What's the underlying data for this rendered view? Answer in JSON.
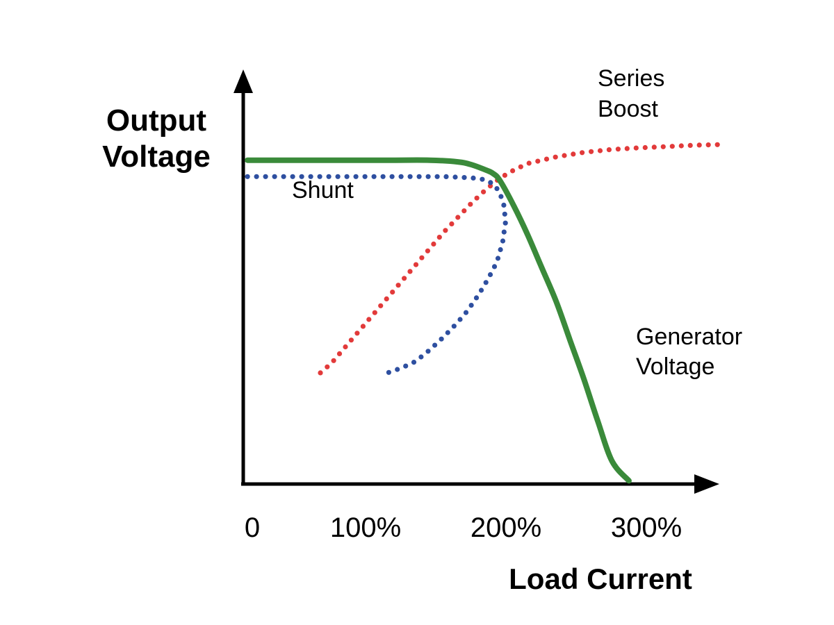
{
  "chart_data": {
    "type": "line",
    "title": "",
    "xlabel": "Load Current",
    "ylabel_lines": [
      "Output",
      "Voltage"
    ],
    "x_ticks": [
      {
        "value": 0,
        "label": "0"
      },
      {
        "value": 100,
        "label": "100%"
      },
      {
        "value": 200,
        "label": "200%"
      },
      {
        "value": 300,
        "label": "300%"
      }
    ],
    "xlim": [
      -3,
      337
    ],
    "ylim": [
      0,
      100
    ],
    "grid": false,
    "series": [
      {
        "id": "generator",
        "label_lines": [
          "Generator",
          "Voltage"
        ],
        "style": "solid",
        "color": "#3a8a3a",
        "points": [
          [
            0,
            99
          ],
          [
            50,
            99
          ],
          [
            100,
            99
          ],
          [
            130,
            99
          ],
          [
            150,
            98.5
          ],
          [
            160,
            97.6
          ],
          [
            170,
            96
          ],
          [
            175,
            95
          ],
          [
            180,
            92.8
          ],
          [
            190,
            85
          ],
          [
            200,
            76
          ],
          [
            210,
            66
          ],
          [
            220,
            56
          ],
          [
            230,
            44
          ],
          [
            240,
            32
          ],
          [
            250,
            19
          ],
          [
            260,
            7
          ],
          [
            272,
            1
          ]
        ]
      },
      {
        "id": "series-boost",
        "label_lines": [
          "Series",
          "Boost"
        ],
        "style": "dotted",
        "color": "#e23a3a",
        "points": [
          [
            52,
            34
          ],
          [
            60,
            37
          ],
          [
            70,
            42
          ],
          [
            80,
            47
          ],
          [
            90,
            52
          ],
          [
            100,
            57
          ],
          [
            110,
            62
          ],
          [
            120,
            67
          ],
          [
            130,
            72
          ],
          [
            140,
            77
          ],
          [
            150,
            81.5
          ],
          [
            160,
            86
          ],
          [
            170,
            90
          ],
          [
            180,
            93.5
          ],
          [
            190,
            96
          ],
          [
            200,
            98
          ],
          [
            220,
            100
          ],
          [
            240,
            101.4
          ],
          [
            260,
            102.3
          ],
          [
            280,
            102.8
          ],
          [
            300,
            103.2
          ],
          [
            320,
            103.6
          ],
          [
            340,
            103.8
          ]
        ]
      },
      {
        "id": "shunt",
        "label_lines": [
          "Shunt"
        ],
        "style": "dotted",
        "color": "#2e4fa0",
        "points": [
          [
            0,
            94
          ],
          [
            50,
            94
          ],
          [
            100,
            94
          ],
          [
            140,
            94
          ],
          [
            160,
            93.6
          ],
          [
            170,
            93
          ],
          [
            176,
            91.5
          ],
          [
            180,
            89
          ],
          [
            183,
            85
          ],
          [
            184,
            80
          ],
          [
            182,
            74
          ],
          [
            178,
            68
          ],
          [
            172,
            63
          ],
          [
            165,
            58
          ],
          [
            157,
            53
          ],
          [
            149,
            49
          ],
          [
            140,
            45
          ],
          [
            130,
            41
          ],
          [
            120,
            37.5
          ],
          [
            110,
            35.5
          ],
          [
            100,
            34
          ]
        ]
      }
    ]
  }
}
